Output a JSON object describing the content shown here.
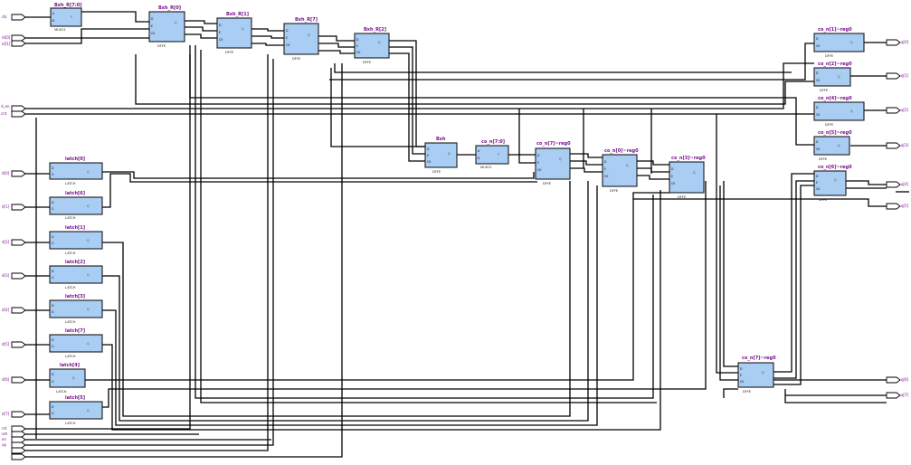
{
  "diagram": {
    "kind": "RTL schematic",
    "colors": {
      "block_fill": "#a9cdf3",
      "block_stroke": "#1b1b1b",
      "wire": "#000000",
      "label_purple": "#7a0f8f",
      "output_pin_green": "#1a6b1a"
    },
    "block_titles": {
      "b0": "Bxh_R[7:0]",
      "b1": "Bxh_R[0]",
      "b2": "Bxh_R[1]",
      "b3": "Bxh_R[7]",
      "b4": "Bxh_R[2]",
      "b5": "Bxh",
      "b6": "co_n[7:0]",
      "b7": "co_n[7]~reg0",
      "b8": "co_n[0]~reg0",
      "b9": "co_n[3]~reg0",
      "b10": "co_n[1]~reg0",
      "b11": "co_n[2]~reg0",
      "b12": "co_n[4]~reg0",
      "b13": "co_n[5]~reg0",
      "b14": "co_n[6]~reg0",
      "b15": "co_n[7]~reg0",
      "r0": "latch[0]",
      "r1": "latch[6]",
      "r2": "latch[1]",
      "r3": "latch[2]",
      "r4": "latch[3]",
      "r5": "latch[7]",
      "r6": "latch[4]",
      "r7": "latch[5]"
    },
    "block_types": {
      "mux": "MUX21",
      "dff": "DFFE",
      "latch": "LATCH"
    },
    "inputs": [
      "clk",
      "ld[0]",
      "ld[1]",
      "d_en",
      "cnt",
      "d[0]",
      "d[1]",
      "d[2]",
      "d[3]",
      "d[4]",
      "d[5]",
      "d[6]",
      "d[7]",
      "rst",
      "set",
      "en",
      "up"
    ],
    "outputs": [
      "q[0]",
      "q[1]",
      "q[2]",
      "q[3]",
      "q[4]",
      "q[5]",
      "q[6]",
      "q[7]"
    ]
  }
}
